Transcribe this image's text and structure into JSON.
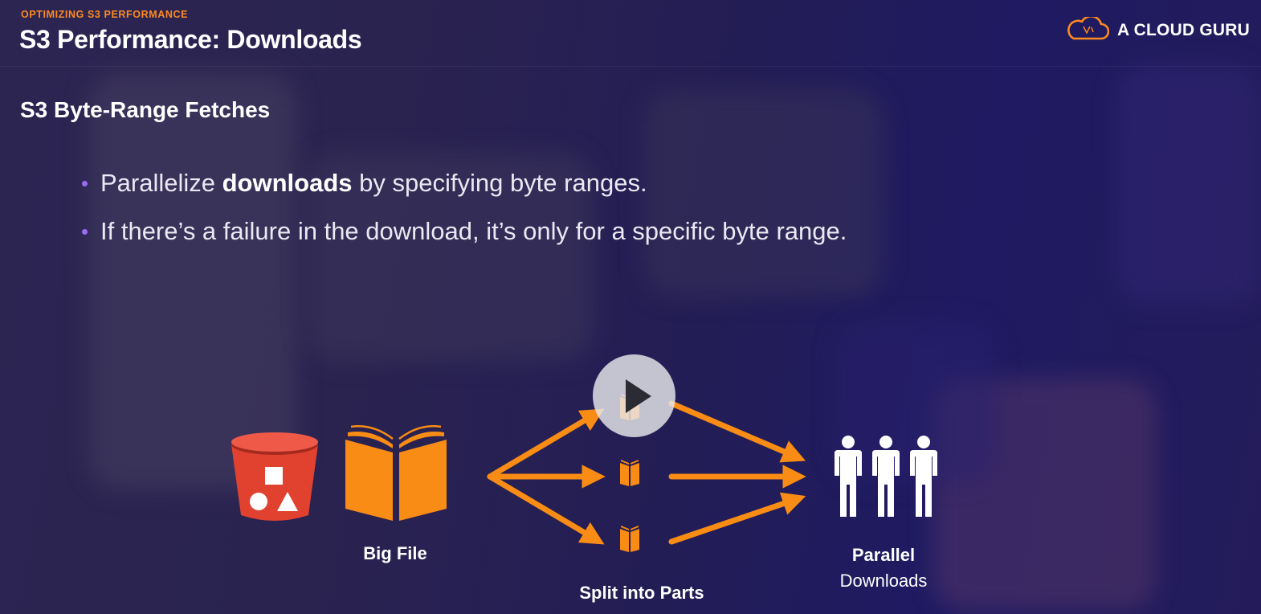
{
  "header": {
    "eyebrow": "OPTIMIZING S3 PERFORMANCE",
    "title": "S3 Performance: Downloads",
    "brand": "A CLOUD GURU"
  },
  "content": {
    "subtitle": "S3 Byte-Range Fetches",
    "bullets": [
      {
        "pre": "Parallelize ",
        "bold": "downloads",
        "post": " by specifying byte ranges."
      },
      {
        "text": "If there’s a failure in the download, it’s only for a specific byte range."
      }
    ]
  },
  "diagram": {
    "big_file_label": "Big File",
    "split_label": "Split into Parts",
    "parallel_label_bold": "Parallel",
    "parallel_label": "Downloads"
  },
  "icons": {
    "bucket": "s3-bucket-icon",
    "book": "book-icon",
    "user": "person-icon",
    "play": "play-icon",
    "brand": "cloud-logo-icon"
  },
  "colors": {
    "accent_orange": "#ff8a1f",
    "icon_orange": "#f98c14",
    "bucket_red": "#e1412f",
    "bullet_purple": "#9a6cf4"
  }
}
